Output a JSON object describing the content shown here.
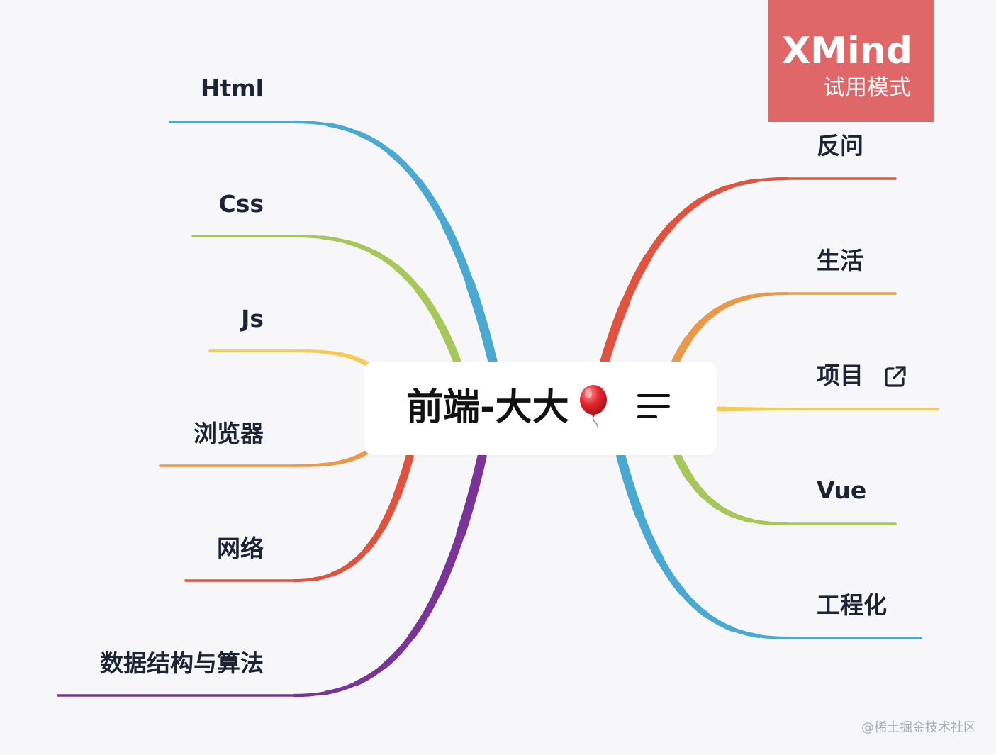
{
  "central_topic": {
    "label": "前端-大大",
    "emoji_icon": "balloon-icon",
    "menu_icon": "notes-lines-icon"
  },
  "watermark": {
    "title": "XMind",
    "subtitle": "试用模式"
  },
  "left_topics": [
    {
      "id": "html",
      "label": "Html",
      "color": "#4aa9d1"
    },
    {
      "id": "css",
      "label": "Css",
      "color": "#a8c75b"
    },
    {
      "id": "js",
      "label": "Js",
      "color": "#f4cc54"
    },
    {
      "id": "browser",
      "label": "浏览器",
      "color": "#e8994a"
    },
    {
      "id": "network",
      "label": "网络",
      "color": "#e0543f"
    },
    {
      "id": "dsa",
      "label": "数据结构与算法",
      "color": "#7a3497"
    }
  ],
  "right_topics": [
    {
      "id": "ask-back",
      "label": "反问",
      "color": "#e0543f"
    },
    {
      "id": "life",
      "label": "生活",
      "color": "#e8994a"
    },
    {
      "id": "project",
      "label": "项目",
      "color": "#f4cc54",
      "icon": "external-link-icon"
    },
    {
      "id": "vue",
      "label": "Vue",
      "color": "#a8c75b"
    },
    {
      "id": "engineering",
      "label": "工程化",
      "color": "#4aa9d1"
    }
  ],
  "footer": {
    "credit": "@稀土掘金技术社区"
  }
}
